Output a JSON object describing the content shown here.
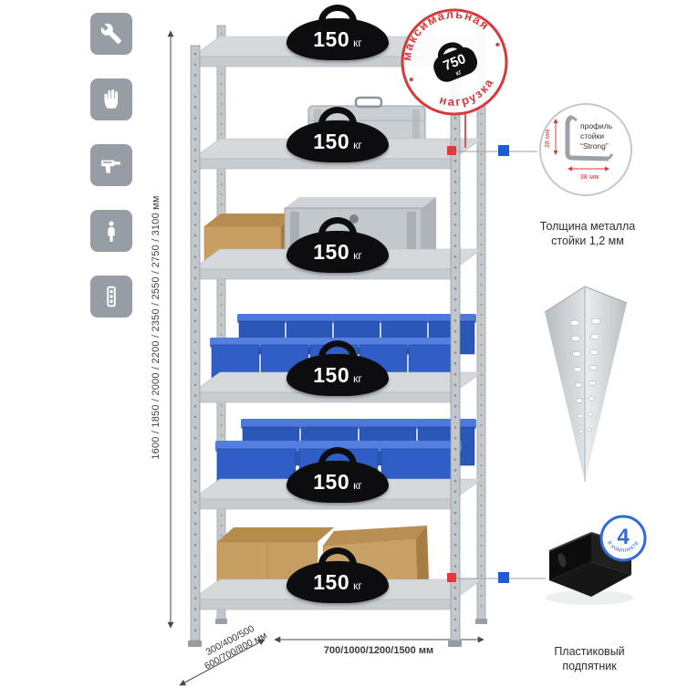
{
  "colors": {
    "accent_red": "#d6393c",
    "accent_blue": "#1f5bd8",
    "metal_gray": "#c3c8cc",
    "icon_gray": "#969da3"
  },
  "side_icons": [
    "wrench",
    "work-gloves",
    "drill",
    "person-height",
    "perforated-strip"
  ],
  "stamp": {
    "arc_top": "максимальная",
    "arc_bottom": "нагрузка",
    "value": "750",
    "unit": "кг"
  },
  "shelf_load": {
    "value": "150",
    "unit": "кг",
    "shelves_count": 6
  },
  "profile_callout": {
    "line1": "профиль",
    "line2": "стойки",
    "line3": "“Strong”",
    "dim_v": "38 мм",
    "dim_h": "38 мм"
  },
  "captions": {
    "thickness_line1": "Толщина металла",
    "thickness_line2": "стойки 1,2 мм",
    "foot_line1": "Пластиковый",
    "foot_line2": "подпятник"
  },
  "kit_badge": {
    "number": "4",
    "text": "в комплекте"
  },
  "dimensions": {
    "height": "1600 / 1850 / 2000 / 2200 / 2350 / 2550 / 2750 / 3100 мм",
    "depth_line1": "300/400/500",
    "depth_line2": "600/700/800 мм",
    "width": "700/1000/1200/1500 мм"
  }
}
